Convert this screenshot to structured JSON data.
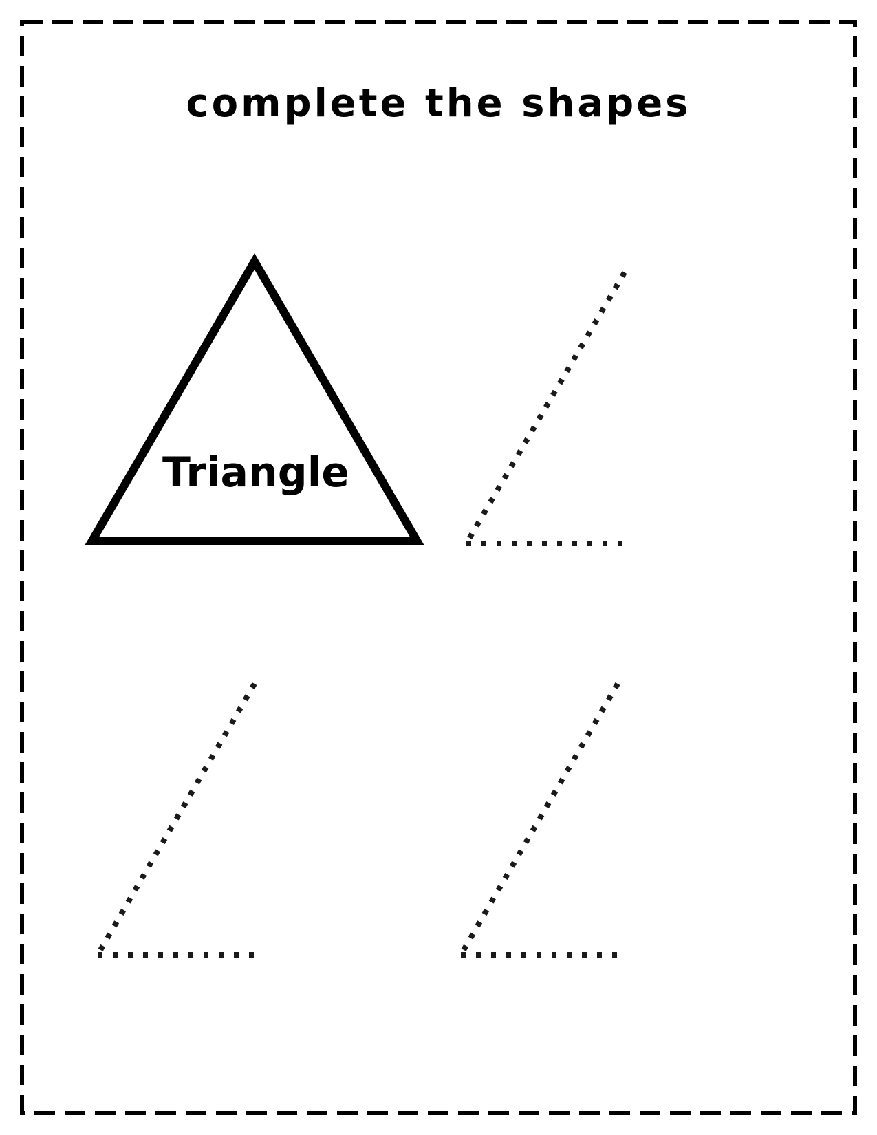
{
  "worksheet": {
    "title": "complete the shapes",
    "example_shape": {
      "name": "triangle",
      "label": "Triangle"
    },
    "trace_shapes": [
      {
        "name": "dotted-triangle-1"
      },
      {
        "name": "dotted-triangle-2"
      },
      {
        "name": "dotted-triangle-3"
      }
    ],
    "colors": {
      "ink": "#000000",
      "dots": "#1a1a1a",
      "background": "#ffffff"
    }
  }
}
